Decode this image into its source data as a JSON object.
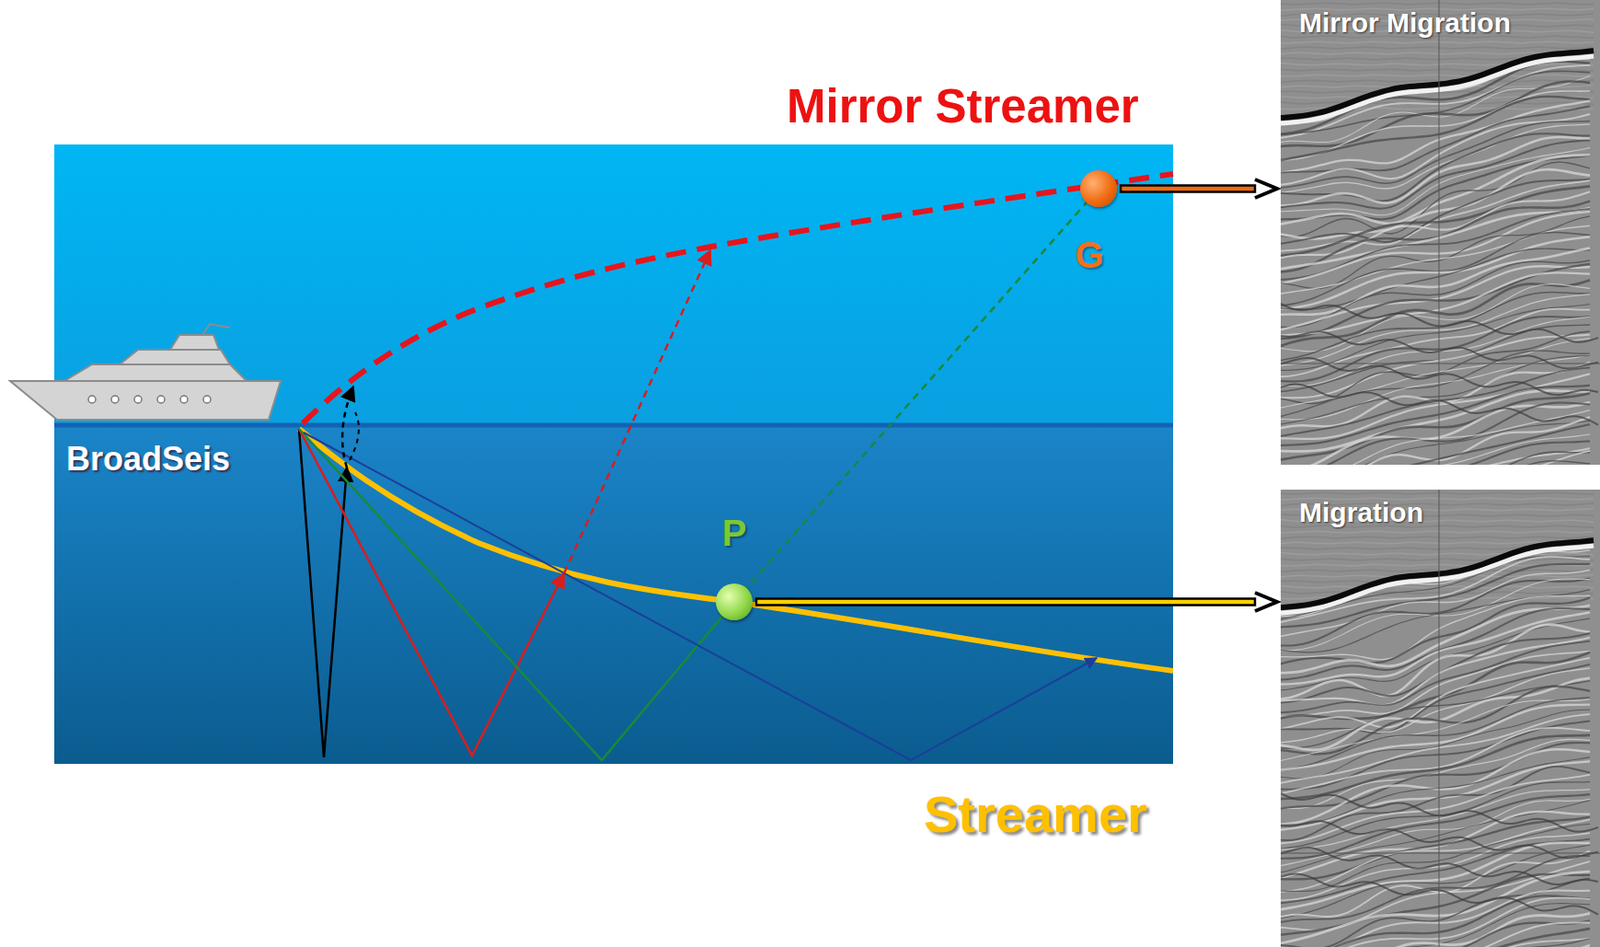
{
  "diagram": {
    "nodes": [
      {
        "text": [
          "Mirror Migration"
        ]
      },
      {
        "text": [
          "G"
        ]
      },
      {
        "text": [
          "P"
        ]
      },
      {
        "text": [
          "Migration"
        ]
      }
    ],
    "edges": [
      {
        "from": 1,
        "to": 0,
        "arrow": "to"
      },
      {
        "from": 2,
        "to": 3,
        "arrow": "to"
      }
    ],
    "labels": [
      "Mirror Streamer",
      "BroadSeis",
      "Streamer"
    ]
  }
}
